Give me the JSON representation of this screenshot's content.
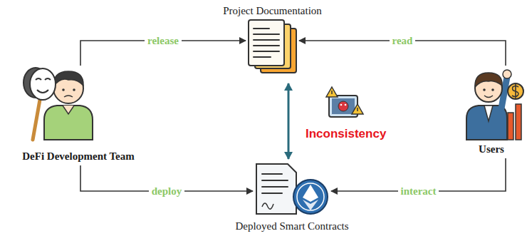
{
  "diagram": {
    "nodes": [
      {
        "text": [
          "Project Documentation"
        ]
      },
      {
        "text": [
          "DeFi Development Team"
        ]
      },
      {
        "text": [
          "Users"
        ]
      },
      {
        "text": [
          "Deployed Smart Contracts"
        ]
      }
    ],
    "edges": [
      {
        "from": 1,
        "to": 0,
        "label": "release",
        "arrow": "to"
      },
      {
        "from": 2,
        "to": 0,
        "label": "read",
        "arrow": "to"
      },
      {
        "from": 1,
        "to": 3,
        "label": "deploy",
        "arrow": "to"
      },
      {
        "from": 2,
        "to": 3,
        "label": "interact",
        "arrow": "to"
      },
      {
        "from": 0,
        "to": 3,
        "label": "Inconsistency",
        "arrow": "both"
      }
    ]
  }
}
